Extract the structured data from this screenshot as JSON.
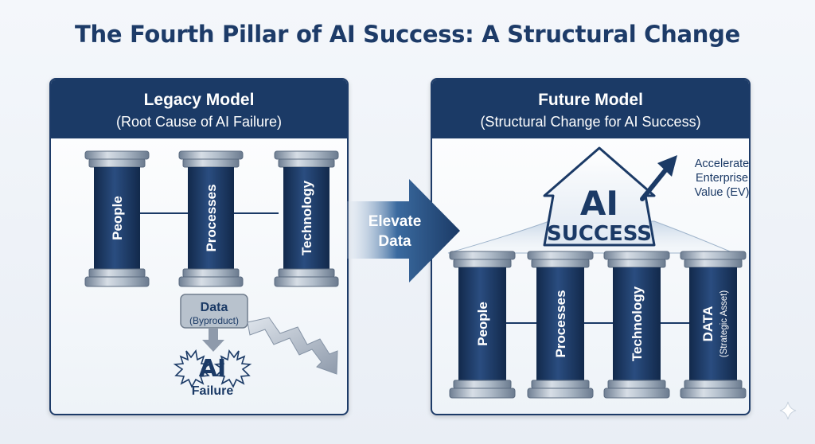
{
  "title": "The Fourth Pillar of AI Success: A Structural Change",
  "legacy": {
    "title": "Legacy Model",
    "subtitle": "(Root Cause of AI Failure)",
    "pillars": [
      "People",
      "Processes",
      "Technology"
    ],
    "data_box_title": "Data",
    "data_box_subtitle": "(Byproduct)",
    "ai_label": "AI",
    "failure_label": "Failure"
  },
  "arrow": {
    "line1": "Elevate",
    "line2": "Data"
  },
  "future": {
    "title": "Future Model",
    "subtitle": "(Structural Change for AI Success)",
    "roof_line1": "AI",
    "roof_line2": "SUCCESS",
    "accelerate": [
      "Accelerate",
      "Enterprise",
      "Value (EV)"
    ],
    "pillars": [
      "People",
      "Processes",
      "Technology"
    ],
    "data_pillar_title": "DATA",
    "data_pillar_subtitle": "(Strategic Asset)"
  },
  "colors": {
    "navy": "#1b3a66",
    "pillar_steel": "#9ba9ba",
    "accent_blue": "#2a6fb3",
    "gray": "#a9b3bf"
  }
}
